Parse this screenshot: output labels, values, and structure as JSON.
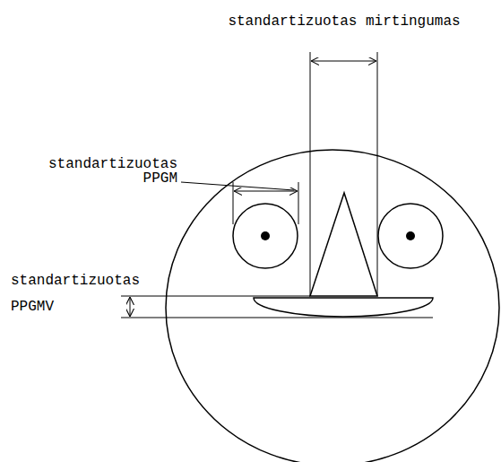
{
  "diagram": {
    "labels": [
      "standartizuotas mirtingumas",
      "standartizuotas PPGM",
      "standartizuotas PPGMV"
    ]
  }
}
